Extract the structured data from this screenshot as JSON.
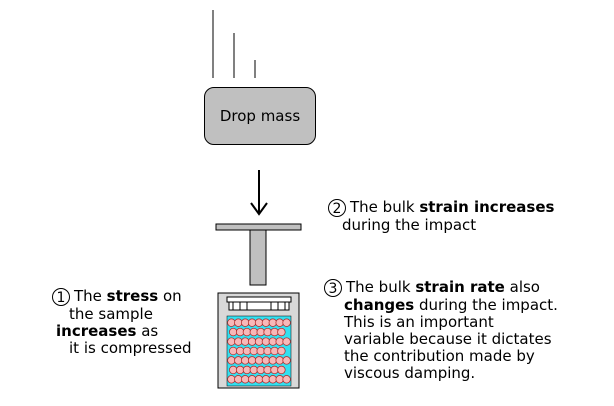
{
  "drop_mass": {
    "label": "Drop mass"
  },
  "notes": [
    {
      "number": "2",
      "line1": {
        "pre": "The bulk ",
        "bold": "strain increases",
        "post": ""
      },
      "line2": "during the impact"
    },
    {
      "number": "3",
      "line1": {
        "pre": "The bulk ",
        "bold": "strain rate",
        "post": " also"
      },
      "line2": {
        "pre": "",
        "bold": "changes",
        "post": " during the impact."
      },
      "line3": "This is an important",
      "line4": "variable because it dictates",
      "line5": "the contribution made by",
      "line6": "viscous damping."
    },
    {
      "number": "1",
      "line1": {
        "pre": "The ",
        "bold": "stress",
        "post": " on"
      },
      "line2": "the sample",
      "line3": {
        "pre": "",
        "bold": "increases",
        "post": " as"
      },
      "line4": "it is compressed"
    }
  ],
  "colors": {
    "mass_fill": "#c0c0c0",
    "piston_fill": "#c0c0c0",
    "granule_background": "#33e0f0",
    "particle_fill": "#f7b8b8",
    "particle_outline": "#b02020"
  },
  "particle_grid": {
    "columns": 9,
    "rows": 7
  }
}
